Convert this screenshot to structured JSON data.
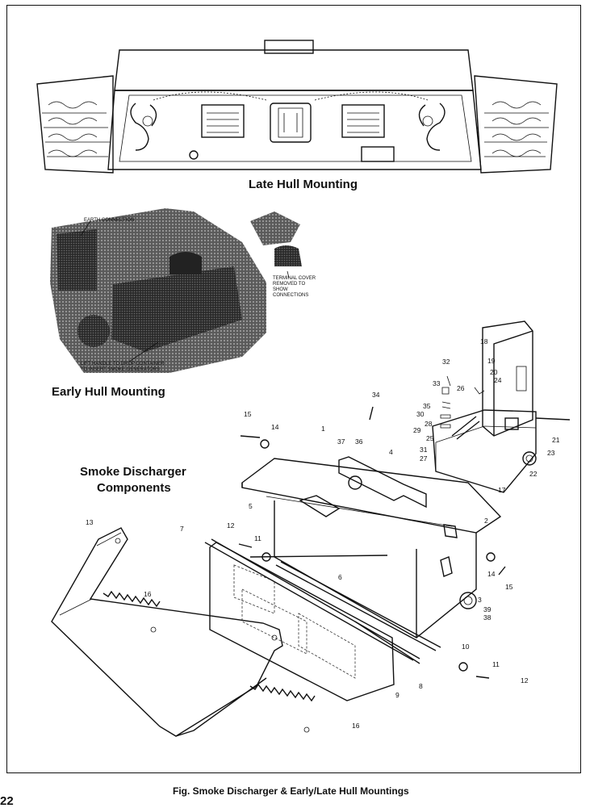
{
  "page_number": "22",
  "figure_caption": "Fig. Smoke Discharger & Early/Late Hull Mountings",
  "sections": {
    "late_hull": "Late Hull Mounting",
    "early_hull": "Early Hull Mounting",
    "components_line1": "Smoke Discharger",
    "components_line2": "Components"
  },
  "photo_annotations": {
    "earth_connection": "EARTH CONNECTION",
    "lift_handle": "LIFT HANDLE TO DROP CONTAINER TO INSERT SMOKE GENERATORS",
    "terminal_cover": "TERMINAL COVER REMOVED TO SHOW CONNECTIONS"
  },
  "part_numbers": [
    "1",
    "2",
    "3",
    "4",
    "5",
    "6",
    "7",
    "8",
    "9",
    "10",
    "11",
    "11",
    "12",
    "12",
    "13",
    "14",
    "14",
    "15",
    "15",
    "16",
    "16",
    "17",
    "18",
    "19",
    "20",
    "21",
    "22",
    "23",
    "24",
    "25",
    "26",
    "27",
    "28",
    "29",
    "30",
    "31",
    "32",
    "33",
    "34",
    "35",
    "36",
    "37",
    "38",
    "39"
  ]
}
